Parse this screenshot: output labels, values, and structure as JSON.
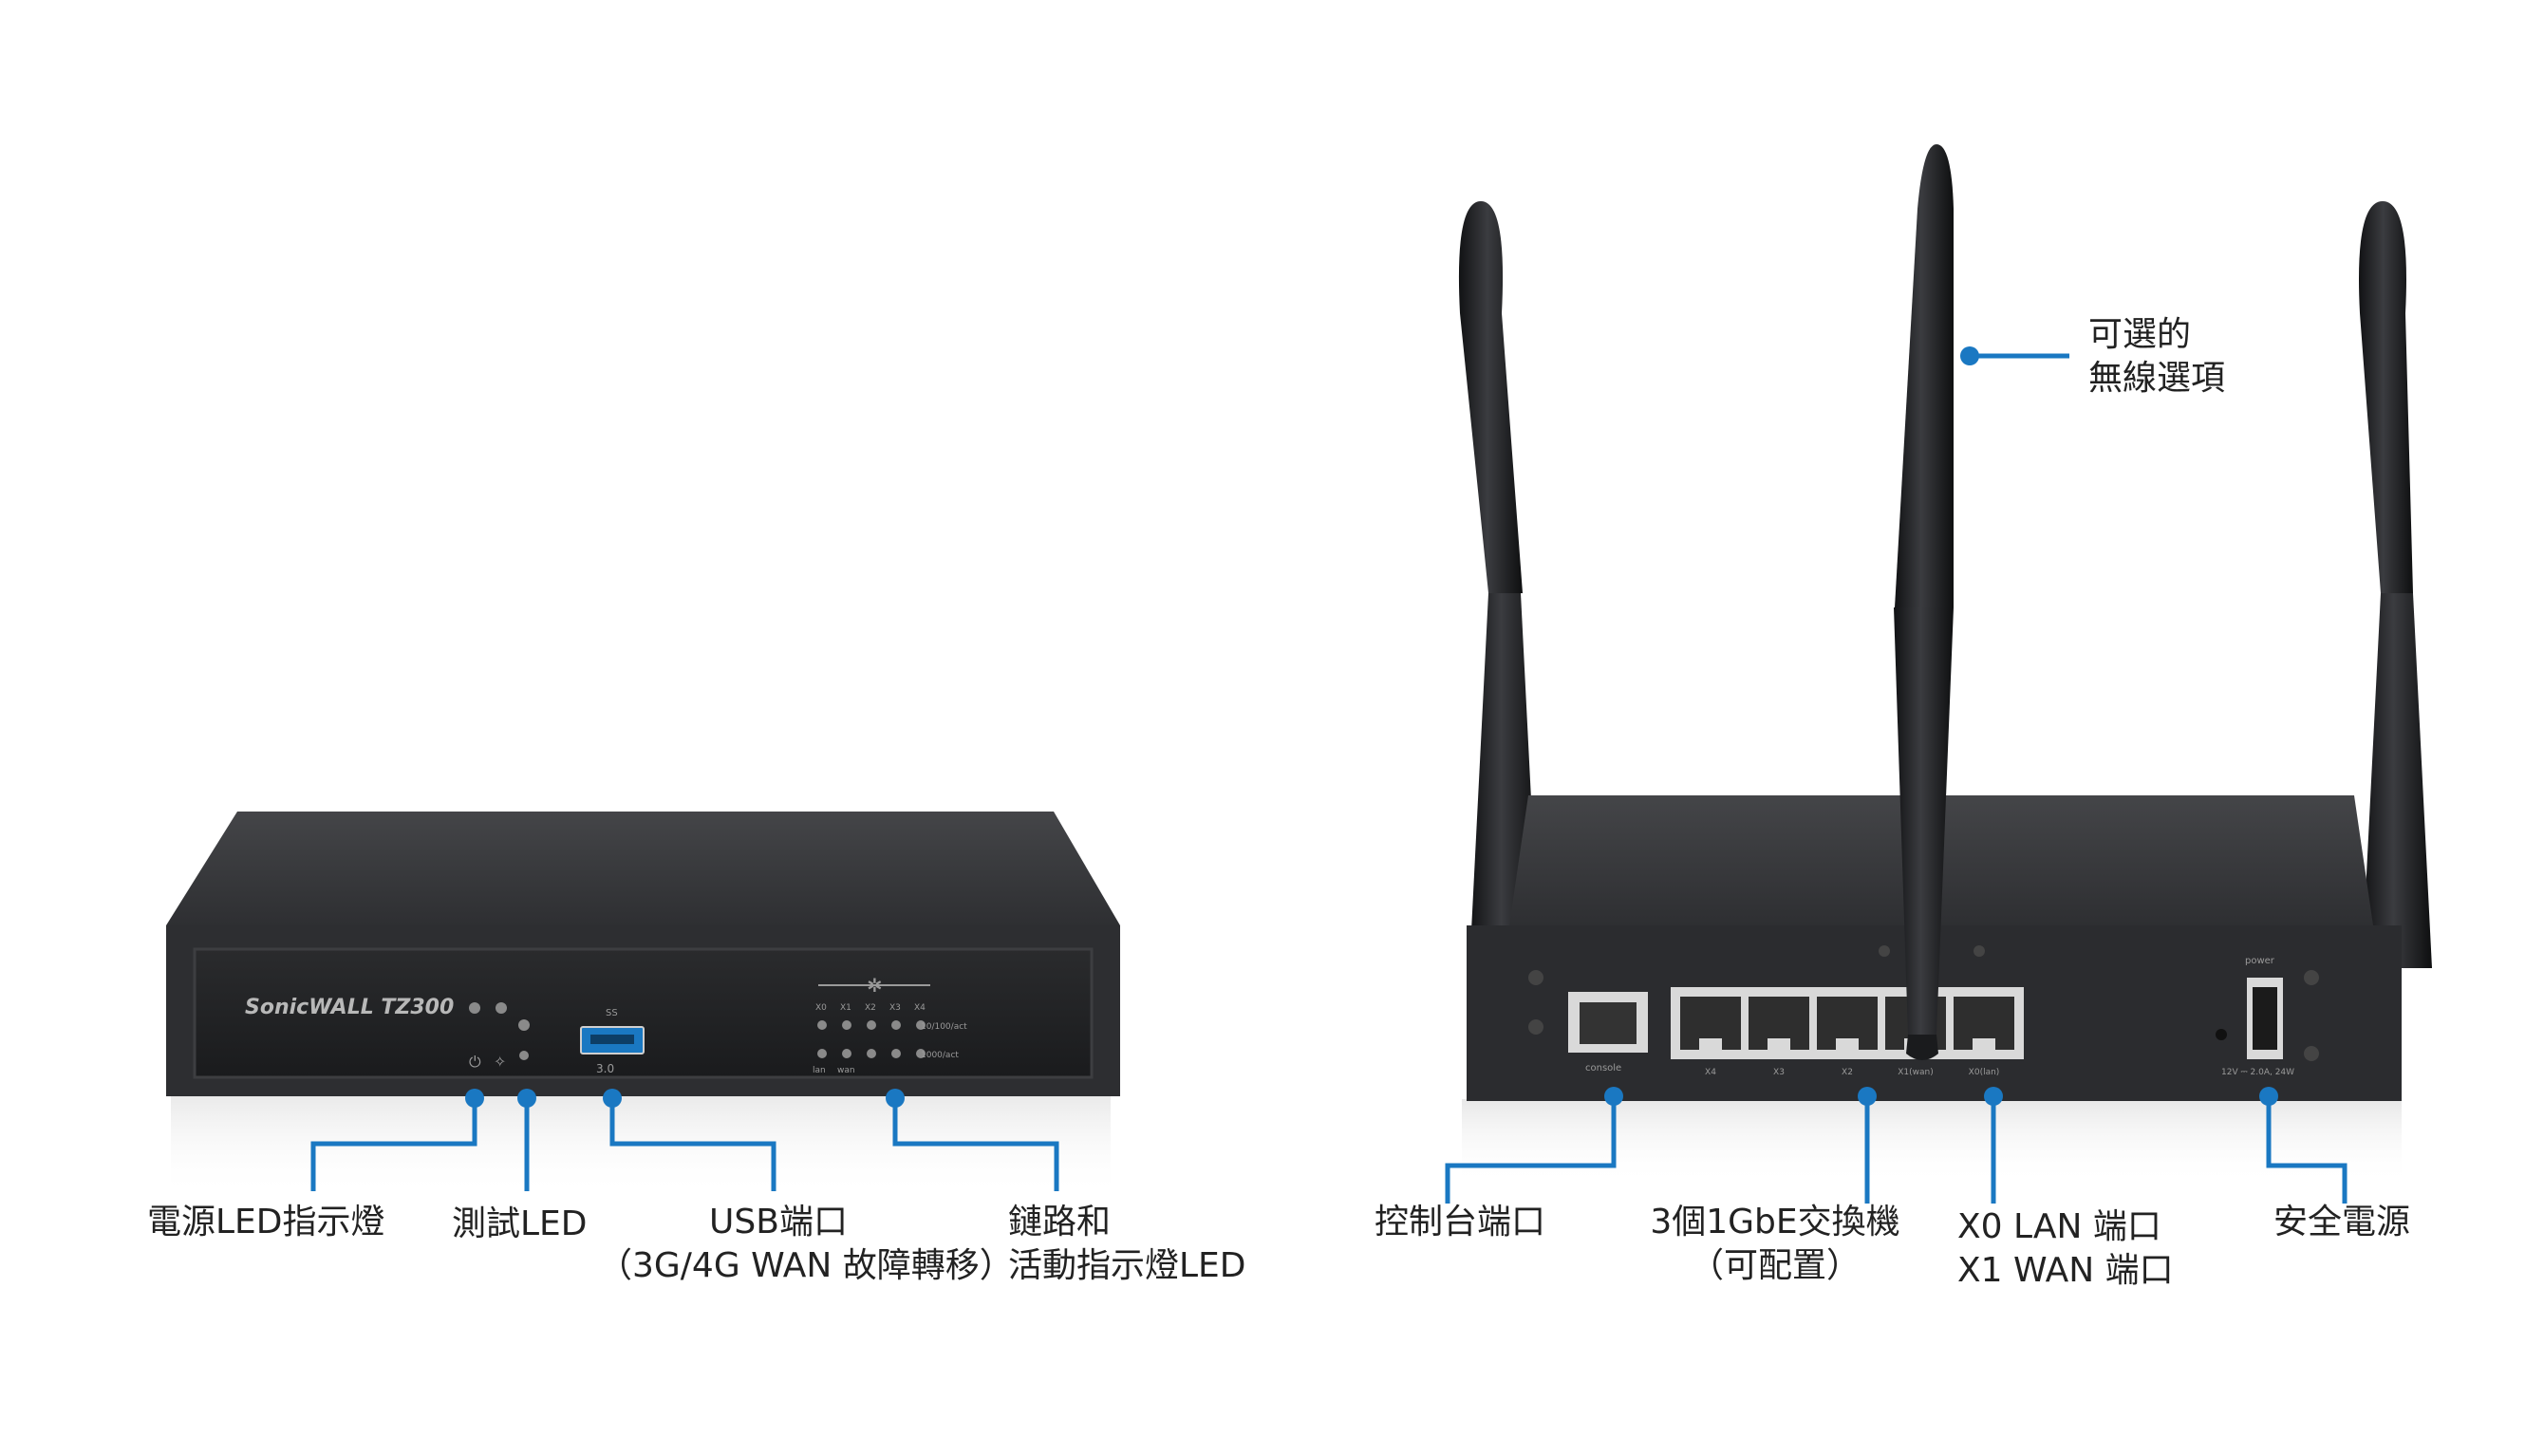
{
  "front_device": {
    "brand": "SonicWALL TZ300",
    "usb_label": "SS",
    "usb_sub": "3.0",
    "link_header": [
      "X0",
      "X1",
      "X2",
      "X3",
      "X4"
    ],
    "speed_top": "10/100/act",
    "speed_bottom": "1000/act",
    "lan_label": "lan",
    "wan_label": "wan"
  },
  "back_device": {
    "console_label": "console",
    "port_labels": [
      "X4",
      "X3",
      "X2",
      "X1(wan)",
      "X0(lan)"
    ],
    "power_label": "power",
    "power_rating": "12V ⎓ 2.0A, 24W"
  },
  "callouts": {
    "power_led": "電源LED指示燈",
    "test_led": "測試LED",
    "usb_port": [
      "USB端口",
      "（3G/4G WAN 故障轉移）"
    ],
    "link_led": [
      "鏈路和",
      "活動指示燈LED"
    ],
    "console_port": "控制台端口",
    "switch": [
      "3個1GbE交換機",
      "（可配置）"
    ],
    "lan_wan": [
      "X0 LAN 端口",
      "X1 WAN 端口"
    ],
    "secure_power": "安全電源",
    "wireless": [
      "可選的",
      "無線選項"
    ]
  },
  "colors": {
    "callout_blue": "#1a78c2",
    "chassis": "#2b2c2e",
    "chassis_top": "#3a3b3e",
    "panel": "#1e1f21",
    "antenna": "#1c1d1f"
  }
}
